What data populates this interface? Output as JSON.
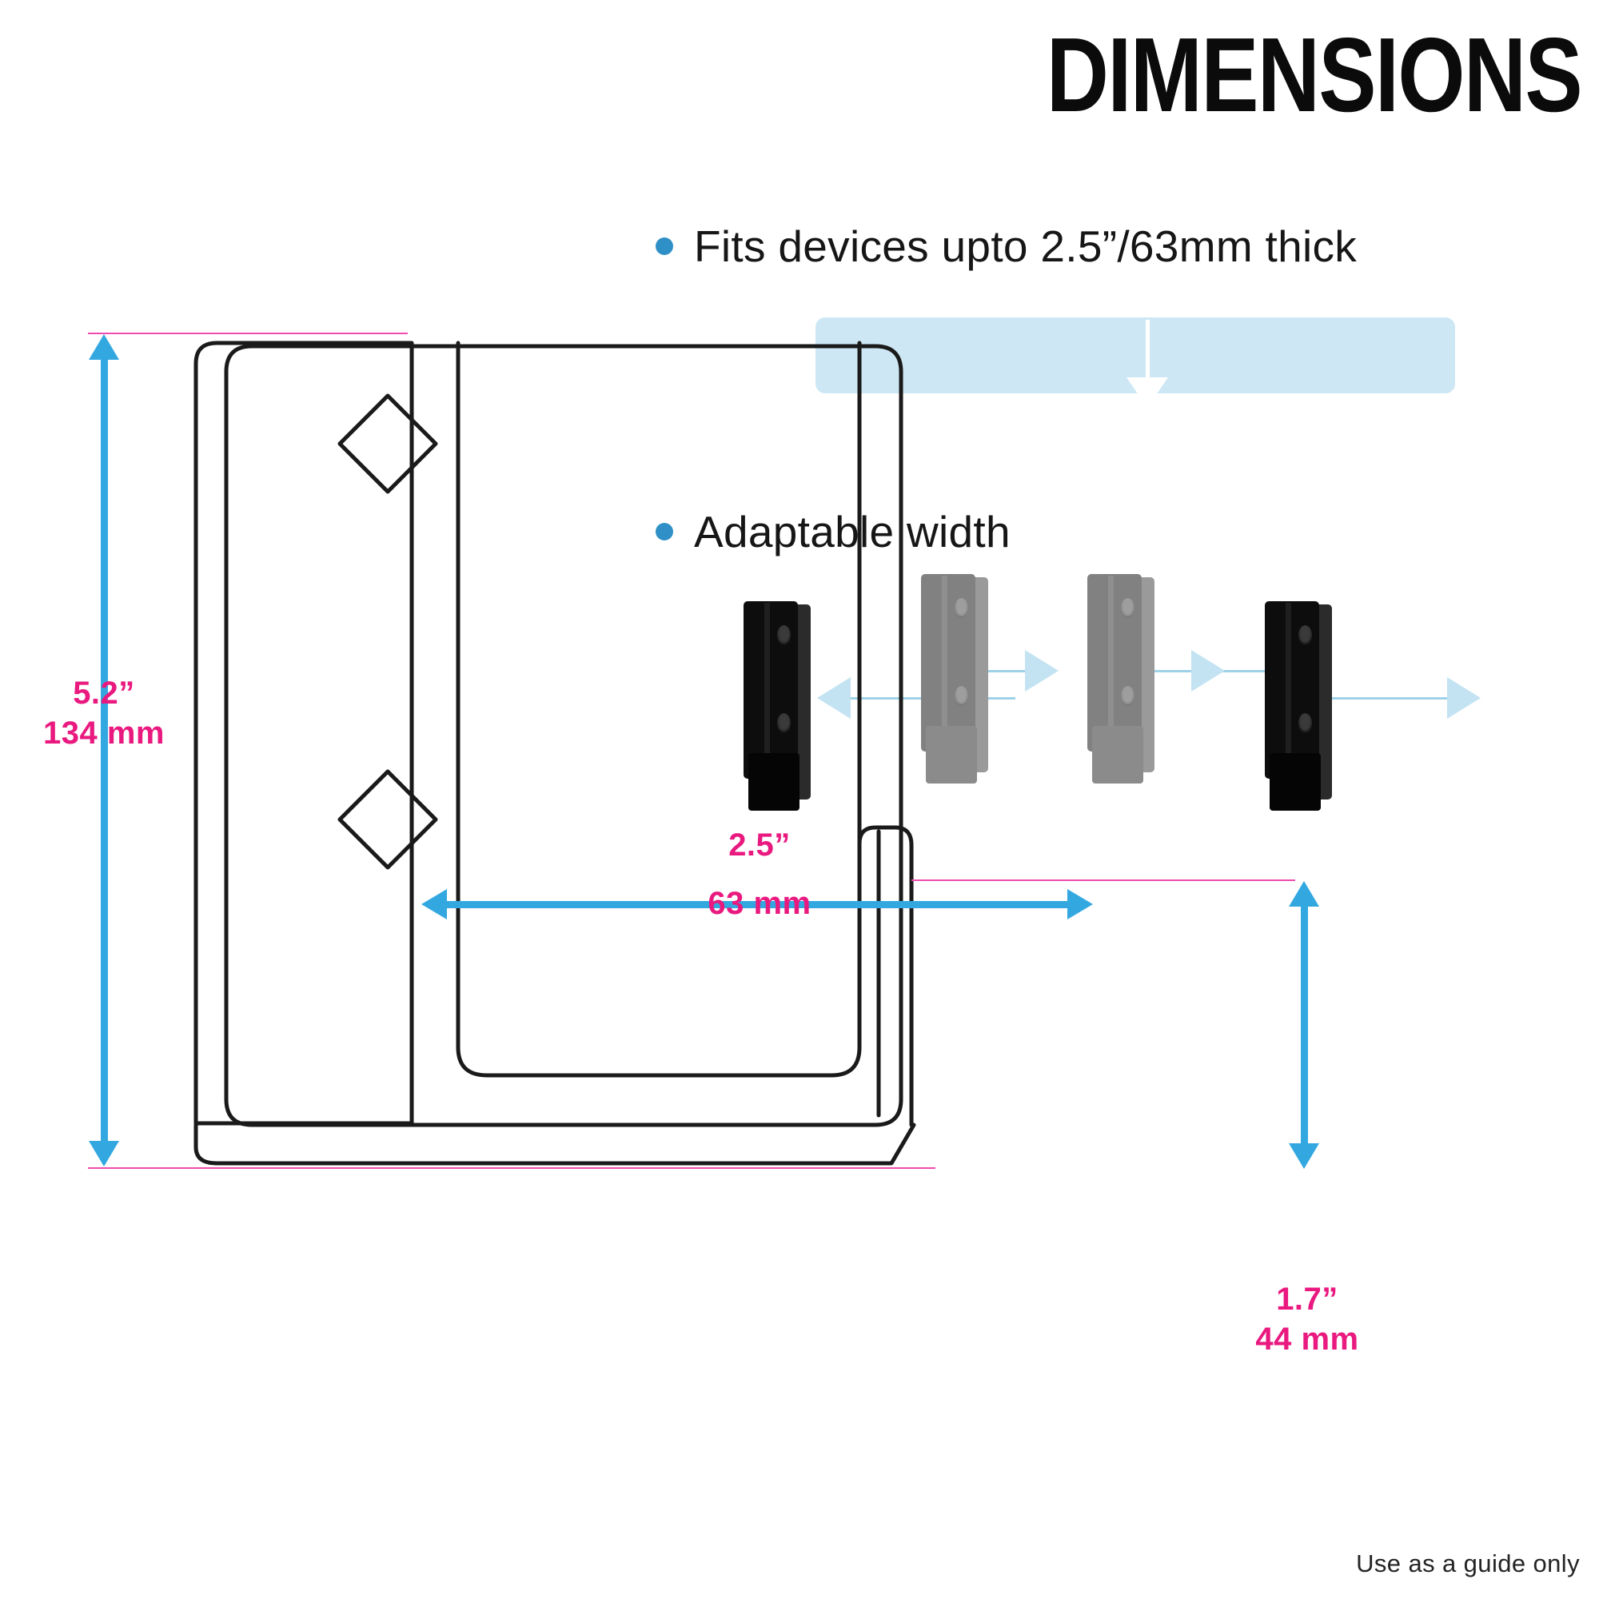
{
  "page": {
    "title": "DIMENSIONS",
    "footer_note": "Use as a guide only",
    "background_color": "#ffffff"
  },
  "colors": {
    "title_text": "#0b0b0b",
    "bullet_dot": "#2e90c6",
    "feature_text": "#161616",
    "dimension_label": "#e9197f",
    "dimension_arrow": "#33a8e0",
    "extension_line": "#ef4bb0",
    "device_band": "#cde8f4",
    "device_arrow": "#ffffff",
    "bracket_black": "#0d0d0d",
    "bracket_grey": "#818181",
    "width_arrow": "#c3e3f2",
    "outline_stroke": "#1a1a1a"
  },
  "features": [
    {
      "id": "thickness",
      "bullet": "dot",
      "text": "Fits devices upto 2.5”/63mm thick"
    },
    {
      "id": "width",
      "bullet": "dot",
      "text": "Adaptable width"
    }
  ],
  "device_band": {
    "label": "",
    "arrow_direction": "down"
  },
  "brackets": [
    {
      "id": "bracket-1",
      "style": "black",
      "holes": 2
    },
    {
      "id": "bracket-2",
      "style": "grey",
      "holes": 2
    },
    {
      "id": "bracket-3",
      "style": "grey",
      "holes": 2
    },
    {
      "id": "bracket-4",
      "style": "black",
      "holes": 2
    }
  ],
  "width_arrows": [
    {
      "id": "arrow-outer-left",
      "direction": "left"
    },
    {
      "id": "arrow-inner-left",
      "direction": "left"
    },
    {
      "id": "arrow-inner-right",
      "direction": "right"
    },
    {
      "id": "arrow-outer-right",
      "direction": "right"
    }
  ],
  "dimensions": {
    "height": {
      "id": "overall-height",
      "inches": "5.2”",
      "mm": "134 mm",
      "orientation": "vertical",
      "position": "left"
    },
    "depth": {
      "id": "inner-depth",
      "inches": "2.5”",
      "mm": "63 mm",
      "orientation": "horizontal",
      "position": "center"
    },
    "lip_height": {
      "id": "lip-height",
      "inches": "1.7”",
      "mm": "44 mm",
      "orientation": "vertical",
      "position": "right"
    }
  },
  "product_profile": {
    "shape": "L-shaped side profile",
    "holes": [
      "diamond-upper",
      "diamond-lower"
    ]
  }
}
